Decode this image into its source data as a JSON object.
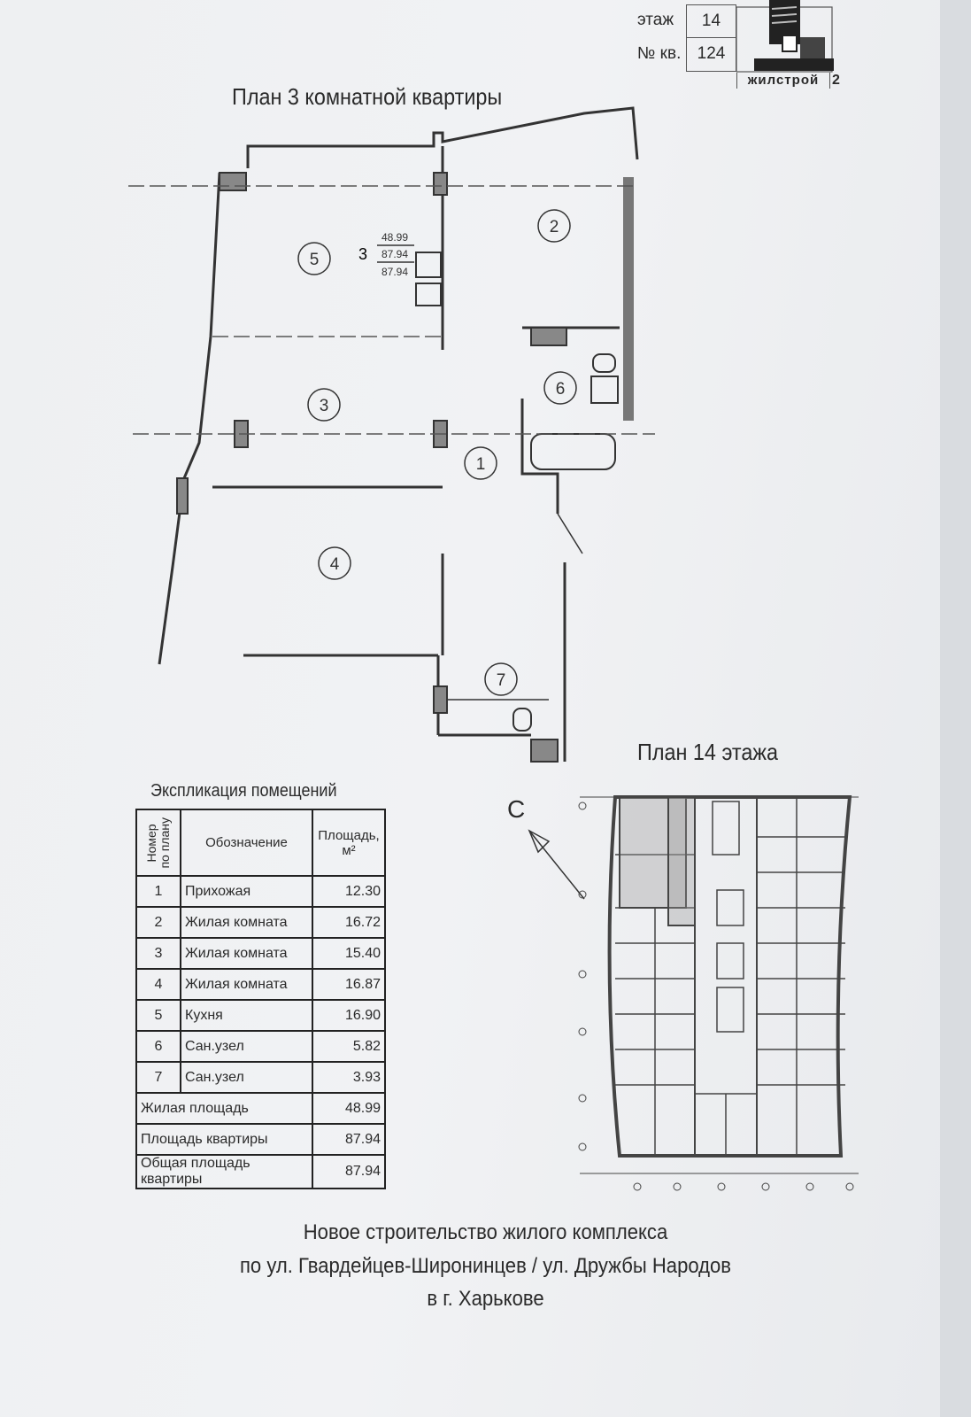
{
  "header": {
    "floor_label": "этаж",
    "floor_value": "14",
    "apt_label": "№ кв.",
    "apt_value": "124",
    "logo_text": "жилстрой",
    "logo_number": "2"
  },
  "plan_title": "План 3 комнатной квартиры",
  "plan": {
    "apartment_rooms": "3",
    "living_area": "48.99",
    "apartment_area": "87.94",
    "total_area": "87.94",
    "room_markers": [
      "1",
      "2",
      "3",
      "4",
      "5",
      "6",
      "7"
    ]
  },
  "floor_plan_title": "План 14  этажа",
  "compass_letter": "С",
  "explication": {
    "title": "Экспликация помещений",
    "col_number_line1": "Номер",
    "col_number_line2": "по плану",
    "col_name": "Обозначение",
    "col_area": "Площадь,",
    "col_area_unit": "м²",
    "rows": [
      {
        "n": "1",
        "name": "Прихожая",
        "area": "12.30"
      },
      {
        "n": "2",
        "name": "Жилая комната",
        "area": "16.72"
      },
      {
        "n": "3",
        "name": "Жилая комната",
        "area": "15.40"
      },
      {
        "n": "4",
        "name": "Жилая комната",
        "area": "16.87"
      },
      {
        "n": "5",
        "name": "Кухня",
        "area": "16.90"
      },
      {
        "n": "6",
        "name": "Сан.узел",
        "area": "5.82"
      },
      {
        "n": "7",
        "name": "Сан.узел",
        "area": "3.93"
      }
    ],
    "summary": [
      {
        "label": "Жилая площадь",
        "value": "48.99"
      },
      {
        "label": "Площадь квартиры",
        "value": "87.94"
      },
      {
        "label": "Общая площадь квартиры",
        "value": "87.94"
      }
    ]
  },
  "footer": {
    "line1": "Новое строительство жилого комплекса",
    "line2": "по ул. Гвардейцев-Широнинцев / ул. Дружбы Народов",
    "line3": "в г. Харькове"
  }
}
